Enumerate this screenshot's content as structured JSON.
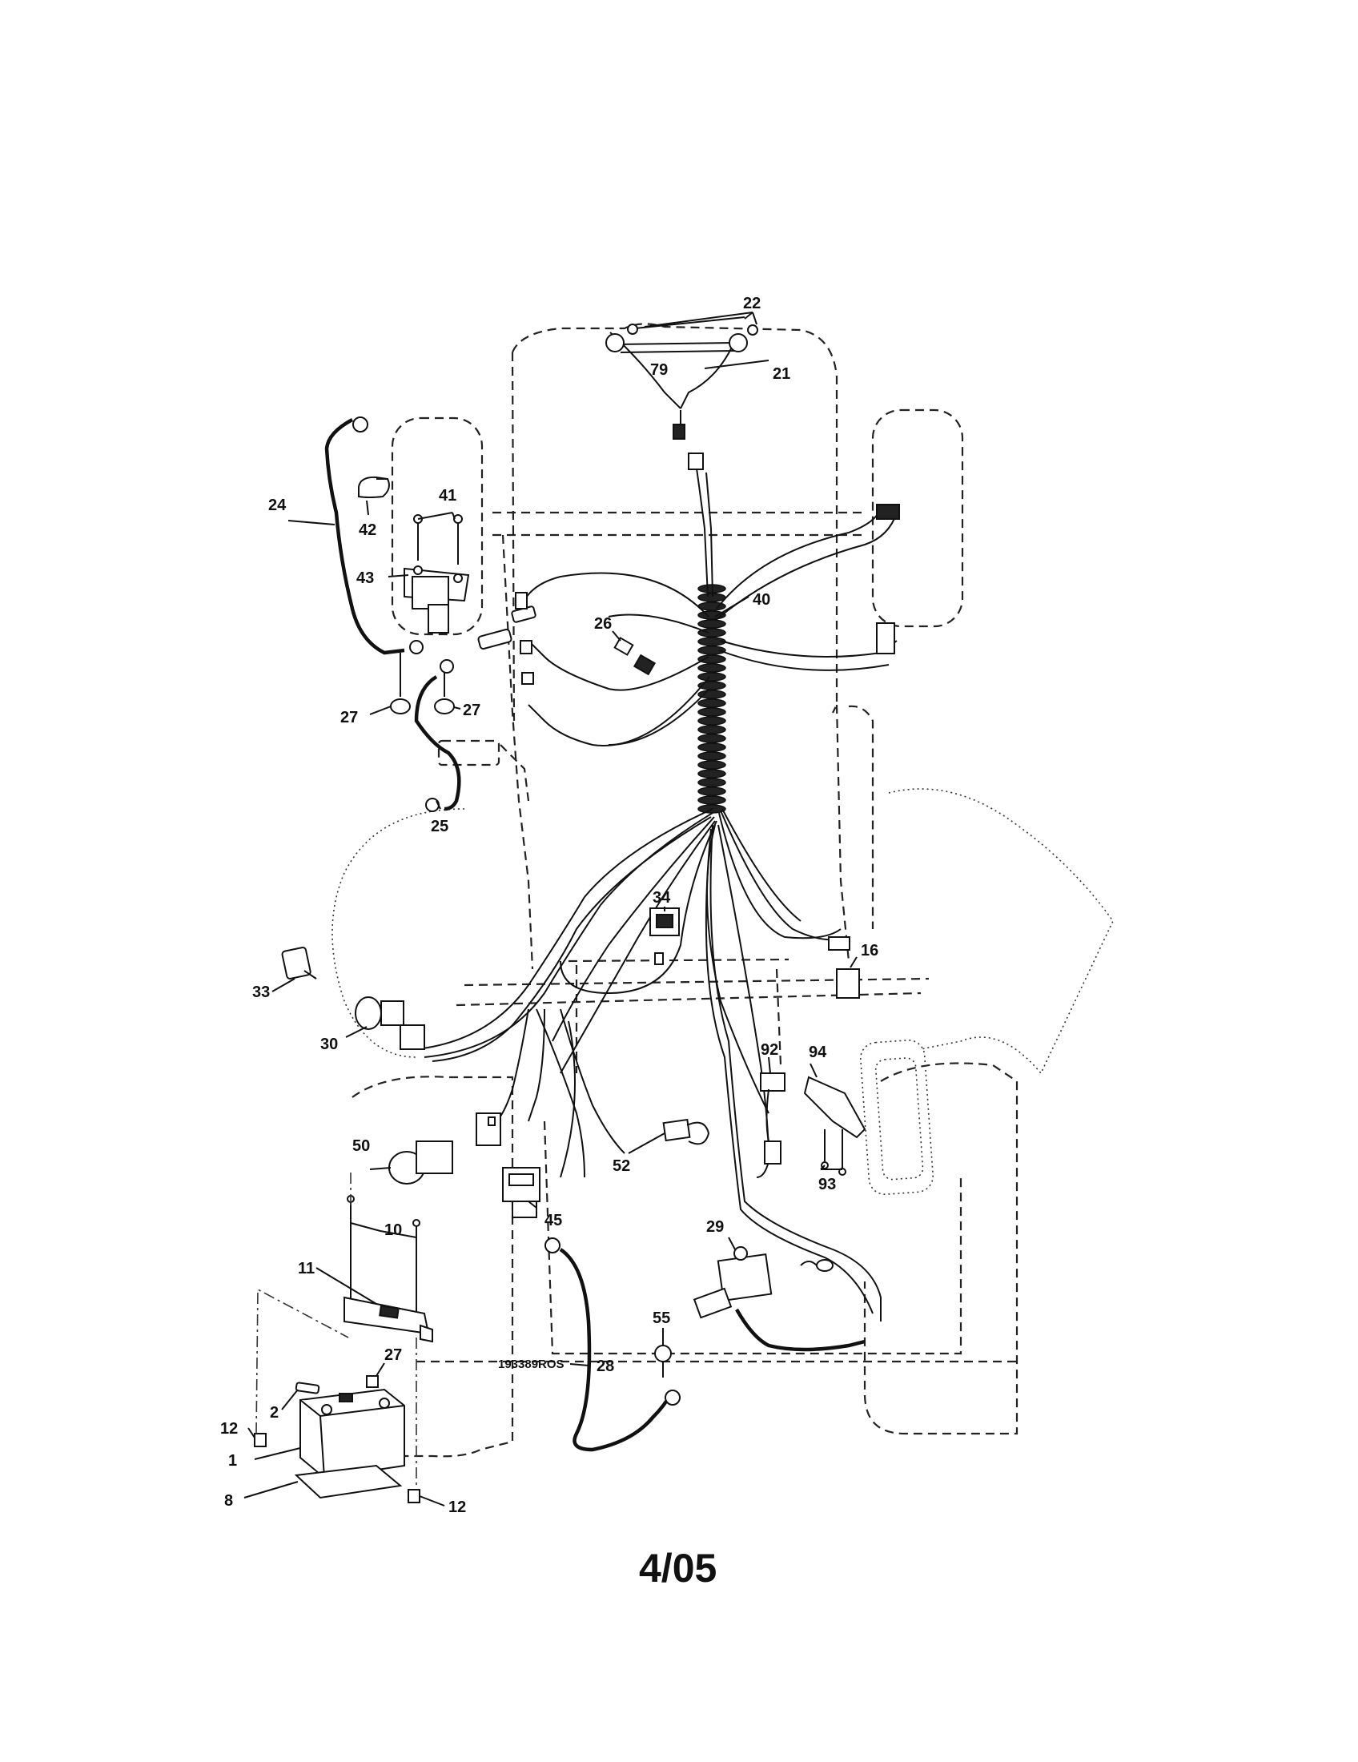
{
  "diagram": {
    "callouts": [
      "22",
      "79",
      "21",
      "24",
      "41",
      "42",
      "43",
      "40",
      "26",
      "27",
      "27",
      "25",
      "34",
      "16",
      "33",
      "30",
      "92",
      "94",
      "93",
      "50",
      "52",
      "45",
      "10",
      "11",
      "29",
      "55",
      "27",
      "28",
      "12",
      "2",
      "1",
      "8",
      "12"
    ],
    "drawing_number": "193389ROS",
    "footer": "4/05"
  }
}
